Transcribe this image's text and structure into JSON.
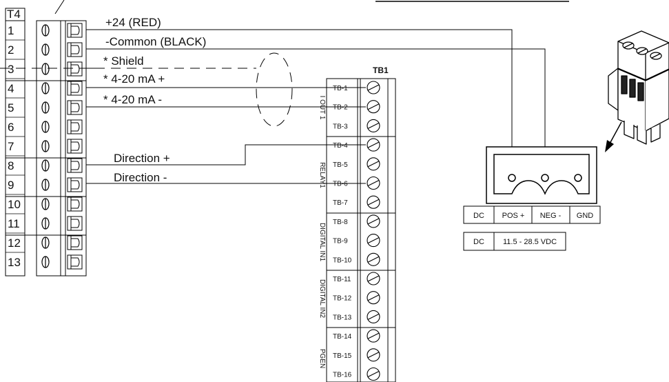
{
  "t4": {
    "title": "T4",
    "terminals": [
      "1",
      "2",
      "3",
      "4",
      "5",
      "6",
      "7",
      "8",
      "9",
      "10",
      "11",
      "12",
      "13"
    ]
  },
  "wires": {
    "plus24": "+24 (RED)",
    "common": "-Common (BLACK)",
    "shield": "* Shield",
    "ma_plus": "* 4-20 mA +",
    "ma_minus": "* 4-20 mA  -",
    "dir_plus": "Direction +",
    "dir_minus": "Direction -"
  },
  "tb1": {
    "title": "TB1",
    "terminals": [
      "TB-1",
      "TB-2",
      "TB-3",
      "TB-4",
      "TB-5",
      "TB-6",
      "TB-7",
      "TB-8",
      "TB-9",
      "TB-10",
      "TB-11",
      "TB-12",
      "TB-13",
      "TB-14",
      "TB-15",
      "TB-16"
    ],
    "groups": [
      "I OUT 1",
      "RELAY1",
      "DIGITAL IN1",
      "DIGITAL IN2",
      "PGEN"
    ]
  },
  "power_connector": {
    "pin_labels": [
      "DC",
      "POS +",
      "NEG -",
      "GND"
    ],
    "rating_labels": [
      "DC",
      "11.5 - 28.5 VDC"
    ]
  }
}
